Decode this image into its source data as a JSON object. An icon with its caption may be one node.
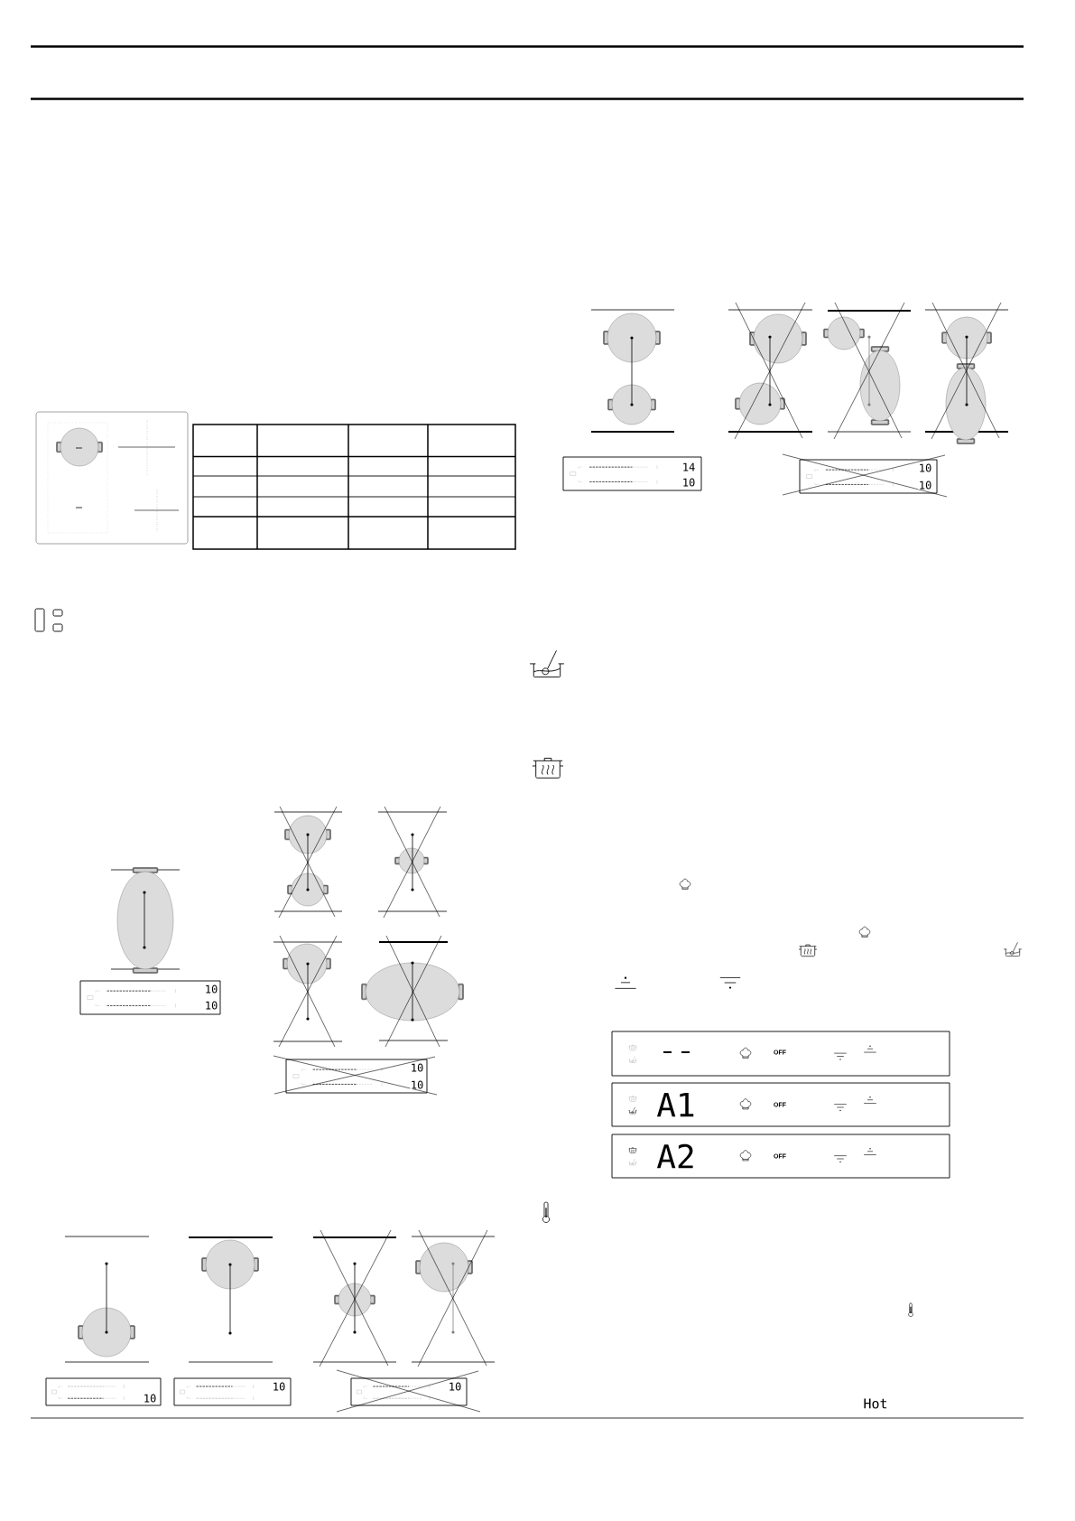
{
  "diagram": {
    "labels": [
      "10",
      "10",
      "10",
      "10",
      "10",
      "10",
      "10",
      "14",
      "10",
      "10",
      "10",
      "OFF",
      "A1",
      "OFF",
      "A2",
      "OFF",
      "Hot"
    ]
  }
}
